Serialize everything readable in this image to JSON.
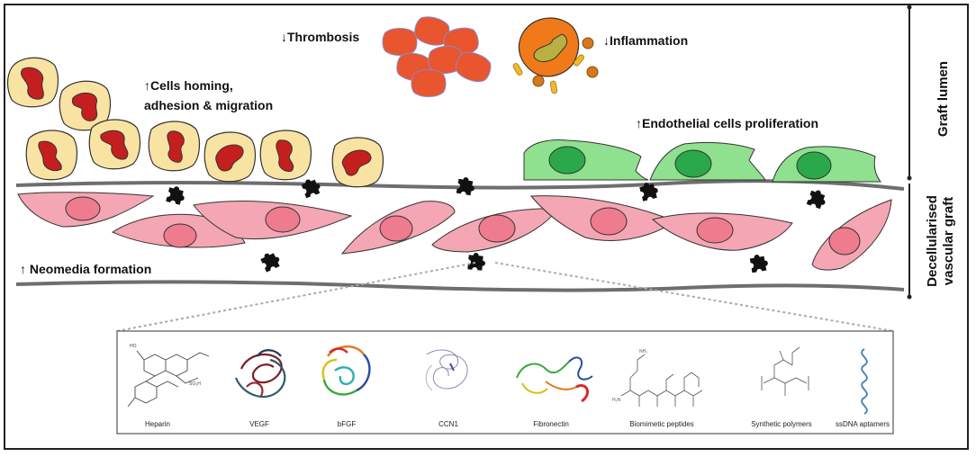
{
  "labels": {
    "thrombosis": "↓Thrombosis",
    "inflammation": "↓Inflammation",
    "cells_homing_line1": "↑Cells homing,",
    "cells_homing_line2": "adhesion & migration",
    "endothelial": "↑Endothelial cells proliferation",
    "neomedia": "↑ Neomedia formation"
  },
  "side_labels": {
    "graft_lumen": "Graft lumen",
    "decell_line1": "Decellularised",
    "decell_line2": "vascular graft"
  },
  "molecules": [
    {
      "label": "Heparin",
      "icon": "heparin-structure"
    },
    {
      "label": "VEGF",
      "icon": "vegf-ribbon"
    },
    {
      "label": "bFGF",
      "icon": "bfgf-ribbon"
    },
    {
      "label": "CCN1",
      "icon": "ccn1-ribbon"
    },
    {
      "label": "Fibronectin",
      "icon": "fibronectin-ribbon"
    },
    {
      "label": "Biomimetic peptides",
      "icon": "peptide-structure"
    },
    {
      "label": "Synthetic polymers",
      "icon": "polymer-structure"
    },
    {
      "label": "ssDNA aptamers",
      "icon": "aptamer-helix"
    }
  ],
  "colors": {
    "rbc": "#e8552e",
    "leukocyte_body": "#f8e3a3",
    "leukocyte_nucleus": "#c41f1f",
    "endothelial": "#8fe08f",
    "endothelial_nucleus": "#2aa84a",
    "smc": "#f4a6b4",
    "smc_nucleus": "#ee7c8e",
    "membrane": "#6e6e6e",
    "puzzle": "#111111"
  }
}
